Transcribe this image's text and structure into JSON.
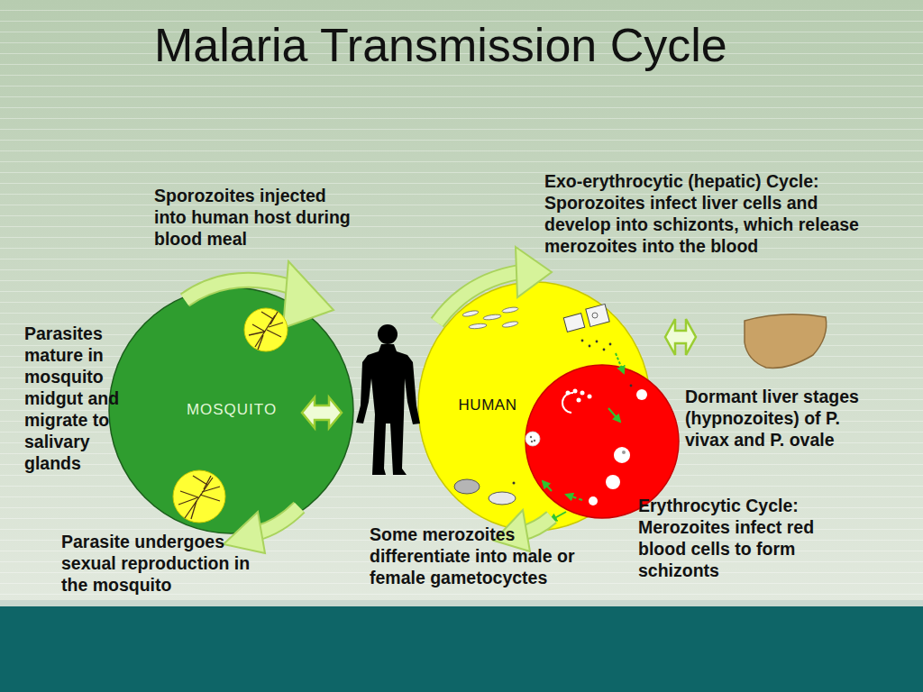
{
  "diagram": {
    "title": "Malaria Transmission Cycle",
    "nodes": [
      {
        "text": [
          "MOSQUITO"
        ]
      },
      {
        "text": [
          "HUMAN"
        ]
      }
    ],
    "labels": [
      "Sporozoites injected into human host during blood meal",
      "Exo-erythrocytic (hepatic) Cycle: Sporozoites infect liver cells and develop into schizonts, which release merozoites into the blood",
      "Parasites mature in mosquito midgut and migrate to salivary glands",
      "Dormant liver stages (hypnozoites) of P. vivax and P. ovale",
      "Erythrocytic Cycle: Merozoites infect red blood cells to form schizonts",
      "Some merozoites differentiate into male or female gametocyctes",
      "Parasite undergoes sexual reproduction in the mosquito"
    ]
  }
}
